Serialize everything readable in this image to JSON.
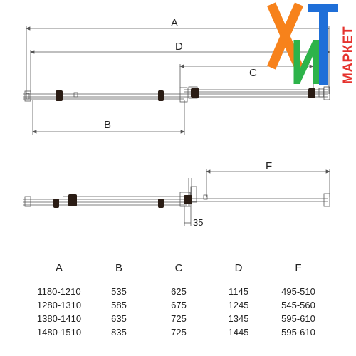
{
  "brand": {
    "letter_x": "Х",
    "letter_i": "и",
    "letter_t": "Т",
    "side_text": "МАРКЕТ",
    "color_orange": "#F7821B",
    "color_green": "#2DB34A",
    "color_blue": "#1F6FD8",
    "color_red": "#E5322D"
  },
  "top_view": {
    "dimensions": [
      "A",
      "D",
      "C",
      "B"
    ]
  },
  "bottom_view": {
    "dimensions": [
      "F",
      "35"
    ]
  },
  "table": {
    "headers": [
      "A",
      "B",
      "C",
      "D",
      "F"
    ],
    "rows": [
      [
        "1180-1210",
        "535",
        "625",
        "1145",
        "495-510"
      ],
      [
        "1280-1310",
        "585",
        "675",
        "1245",
        "545-560"
      ],
      [
        "1380-1410",
        "635",
        "725",
        "1345",
        "595-610"
      ],
      [
        "1480-1510",
        "835",
        "725",
        "1445",
        "595-610"
      ]
    ]
  }
}
